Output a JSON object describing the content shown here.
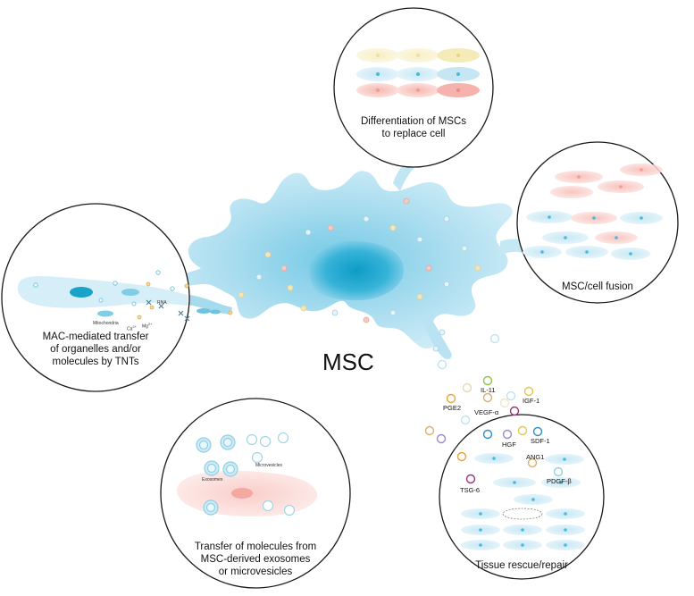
{
  "main_label": "MSC",
  "circles": {
    "differentiation": {
      "caption_line1": "Differentiation of MSCs",
      "caption_line2": "to replace cell"
    },
    "fusion": {
      "caption": "MSC/cell fusion"
    },
    "tnt": {
      "caption_line1": "MAC-mediated transfer",
      "caption_line2": "of organelles and/or",
      "caption_line3": "molecules by TNTs",
      "label_mitochondria": "Mitochondria",
      "label_rna": "RNA",
      "label_ca": "Ca",
      "label_ca_sup": "2+",
      "label_mg": "Mg",
      "label_mg_sup": "2+"
    },
    "exosomes": {
      "caption_line1": "Transfer of molecules from",
      "caption_line2": "MSC-derived exosomes",
      "caption_line3": "or microvesicles",
      "label_exosomes": "Exosomes",
      "label_microvesicles": "Microvesicles"
    },
    "repair": {
      "caption": "Tissue rescue/repair"
    }
  },
  "molecules": {
    "il11": "IL-11",
    "pge2": "PGE2",
    "vegf": "VEGF-α",
    "igf1": "IGF-1",
    "hgf": "HGF",
    "sdf1": "SDF-1",
    "ang1": "ANG1",
    "tsg6": "TSG-6",
    "pdgf": "PDGF-β"
  },
  "colors": {
    "cell_body": "#9fd8ec",
    "nucleus": "#1aa3c8",
    "outline": "#1a1a1a",
    "il11": "#8cc640",
    "pge2": "#e8a33d",
    "vegf": "#e9d8b0",
    "igf1": "#e8c64a",
    "hgf": "#9a8ac9",
    "sdf1": "#e8c64a",
    "ang1": "#d9b070",
    "tsg6": "#a0307e",
    "pdgf": "#8fd2e2"
  }
}
